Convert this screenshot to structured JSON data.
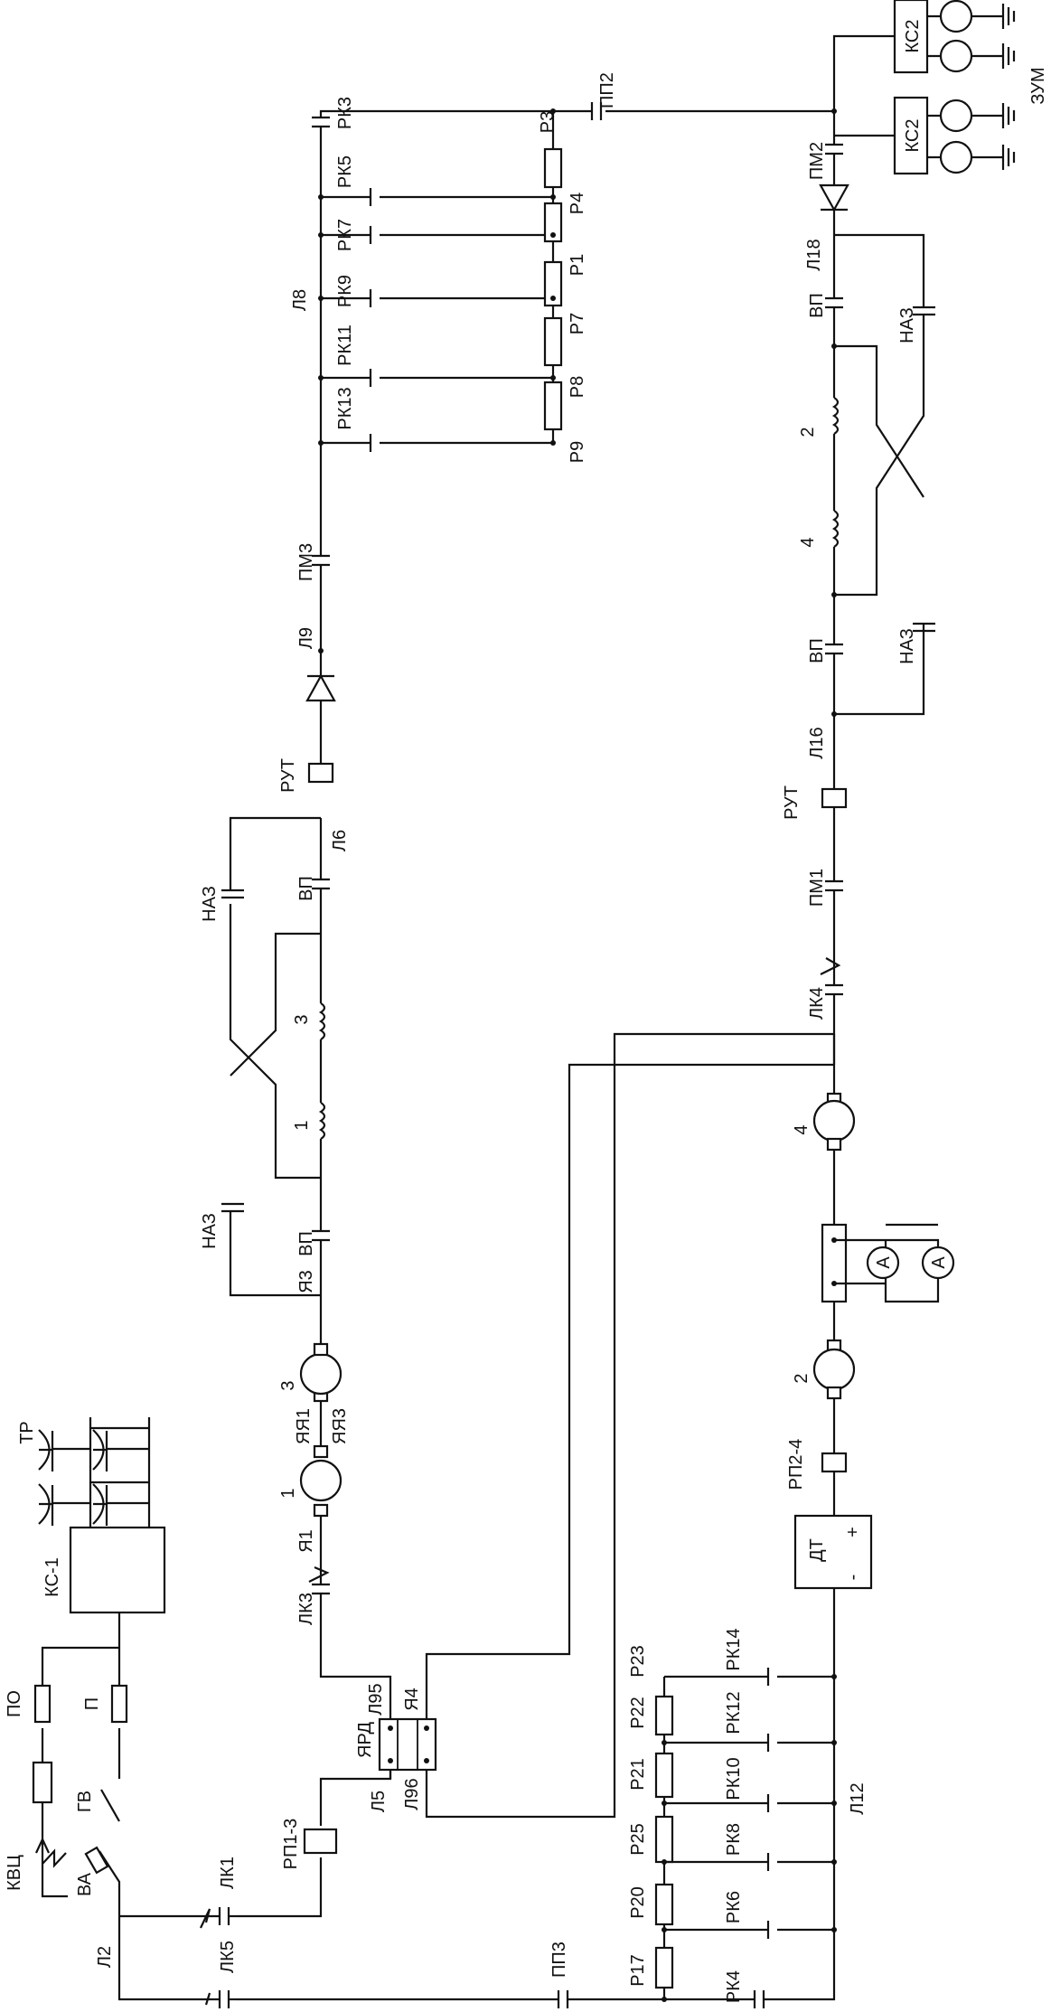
{
  "labels": {
    "KVC": "КВЦ",
    "L2": "Л2",
    "VA": "ВА",
    "GV": "ГВ",
    "PO": "ПО",
    "P": "П",
    "KS1": "КС-1",
    "TR": "ТР",
    "LK5": "ЛК5",
    "LK1": "ЛК1",
    "RP13": "РП1-3",
    "L5": "Л5",
    "L96": "Л96",
    "L95": "Л95",
    "YARD": "ЯРД",
    "YA4": "Я4",
    "LK3": "ЛК3",
    "YA1": "Я1",
    "YAYA1": "ЯЯ1",
    "YAYA3": "ЯЯ3",
    "YA3": "Я3",
    "VP": "ВП",
    "NAZ": "НАЗ",
    "L6": "Л6",
    "RUT": "РУТ",
    "L9": "Л9",
    "PM3": "ПМ3",
    "L8": "Л8",
    "RK13": "РК13",
    "RK11": "РК11",
    "RK9": "РК9",
    "RK7": "РК7",
    "RK5": "РК5",
    "RK3": "РК3",
    "P9": "Р9",
    "P8": "Р8",
    "P7": "Р7",
    "P1": "Р1",
    "P4": "Р4",
    "P3": "Р3",
    "PP2": "ПП2",
    "PM2": "ПМ2",
    "KS2": "КС2",
    "ZUM": "ЗУМ",
    "L18": "Л18",
    "L16": "Л16",
    "PM1": "ПМ1",
    "LK4": "ЛК4",
    "PP3": "ПП3",
    "RK4": "РК4",
    "RK6": "РК6",
    "RK8": "РК8",
    "RK10": "РК10",
    "RK12": "РК12",
    "RK14": "РК14",
    "P17": "Р17",
    "P20": "Р20",
    "P25": "Р25",
    "P21": "Р21",
    "P22": "Р22",
    "P23": "Р23",
    "L12": "Л12",
    "DT": "ДТ",
    "minus": "-",
    "plus": "+",
    "RP24": "РП2-4",
    "A": "А",
    "n1": "1",
    "n2": "2",
    "n3": "3",
    "n4": "4"
  }
}
